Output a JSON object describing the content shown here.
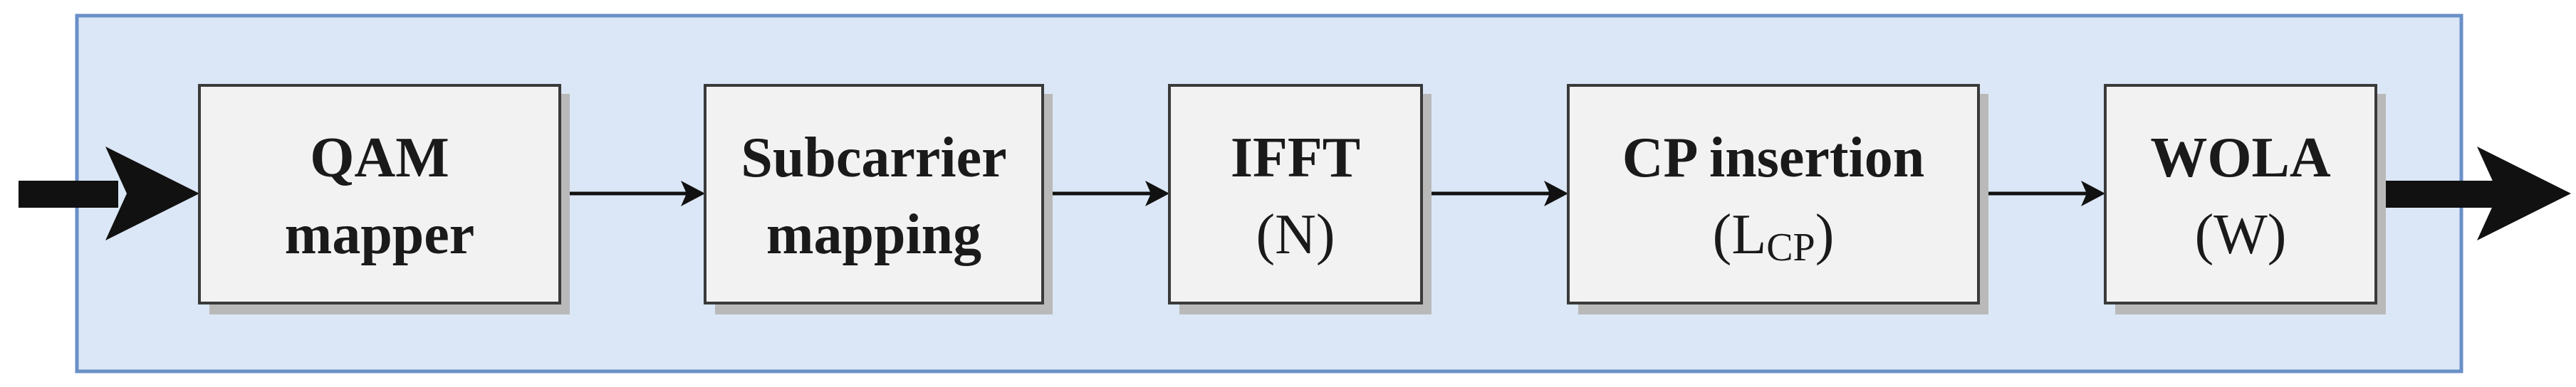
{
  "colors": {
    "frame_fill": "#dbe7f6",
    "frame_stroke": "#6a8fc7",
    "block_fill": "#f2f2f2",
    "block_stroke": "#3a3a3a",
    "shadow": "#b9b9b9",
    "arrow": "#111111"
  },
  "blocks": [
    {
      "id": "qam",
      "line1": "QAM",
      "line2": "mapper"
    },
    {
      "id": "subcarrier",
      "line1": "Subcarrier",
      "line2": "mapping"
    },
    {
      "id": "ifft",
      "line1": "IFFT",
      "line2": "(N)"
    },
    {
      "id": "cp",
      "line1": "CP insertion",
      "line2_pre": "(L",
      "line2_sub": "CP",
      "line2_post": ")"
    },
    {
      "id": "wola",
      "line1": "WOLA",
      "line2": "(W)"
    }
  ]
}
